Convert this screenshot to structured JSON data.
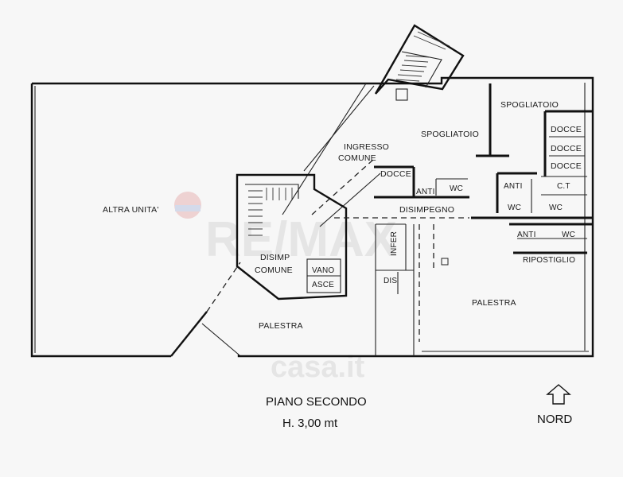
{
  "rooms": {
    "altra_unita": "ALTRA UNITA'",
    "ingresso_1": "INGRESSO",
    "ingresso_2": "COMUNE",
    "spogliatoio_left": "SPOGLIATOIO",
    "spogliatoio_right": "SPOGLIATOIO",
    "docce_1": "DOCCE",
    "docce_2": "DOCCE",
    "docce_3": "DOCCE",
    "docce_left": "DOCCE",
    "anti_left": "ANTI",
    "wc_left": "WC",
    "anti_right": "ANTI",
    "ct": "C.T",
    "wc_mid": "WC",
    "wc_right": "WC",
    "disimpegno": "DISIMPEGNO",
    "anti_lower": "ANTI",
    "wc_lower": "WC",
    "ripostiglio": "RIPOSTIGLIO",
    "infer": "INFER",
    "dis": "DIS",
    "disimp_1": "DISIMP",
    "disimp_2": "COMUNE",
    "vano": "VANO",
    "asce": "ASCE",
    "palestra_left": "PALESTRA",
    "palestra_right": "PALESTRA"
  },
  "title": {
    "floor": "PIANO SECONDO",
    "height": "H. 3,00 mt"
  },
  "north": {
    "label": "NORD",
    "icon": "north-arrow-icon"
  },
  "watermark": {
    "brand": "RE/MAX",
    "site": "casa.it"
  },
  "colors": {
    "walls": "#111111",
    "background": "#f7f7f7",
    "remax_red": "#e0a0a0",
    "remax_blue": "#a8b8d8"
  }
}
